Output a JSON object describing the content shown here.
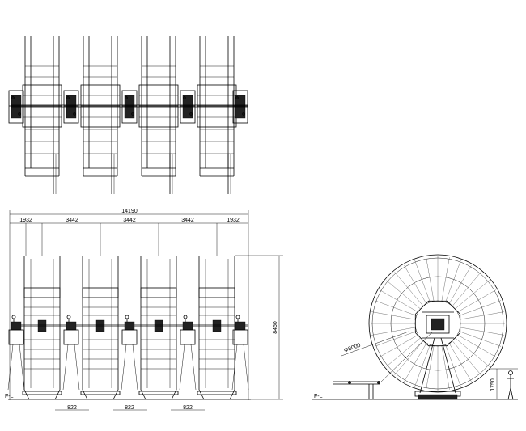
{
  "front_view": {
    "overall_width": "14190",
    "spans": [
      "1932",
      "3442",
      "3442",
      "3442",
      "1932"
    ],
    "height": "8450",
    "bottom_dims": [
      "822",
      "822",
      "822"
    ],
    "floor_label": "F-L"
  },
  "side_view": {
    "diameter": "Φ8000",
    "height_dim": "1750",
    "floor_label": "F-L"
  }
}
